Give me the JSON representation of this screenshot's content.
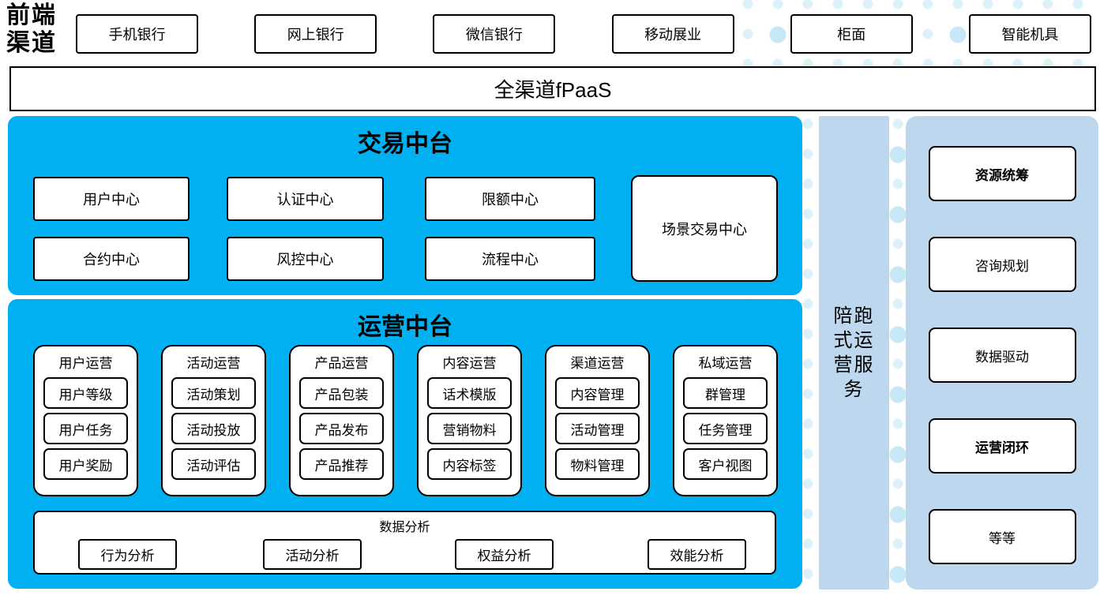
{
  "header": {
    "front_channel_label": "前端渠道",
    "channels": [
      "手机银行",
      "网上银行",
      "微信银行",
      "移动展业",
      "柜面",
      "智能机具"
    ],
    "fpaas_label": "全渠道fPaaS"
  },
  "trade_platform": {
    "title": "交易中台",
    "row1": [
      "用户中心",
      "认证中心",
      "限额中心"
    ],
    "row2": [
      "合约中心",
      "风控中心",
      "流程中心"
    ],
    "scene_center": "场景交易中心"
  },
  "operation_platform": {
    "title": "运营中台",
    "columns": [
      {
        "title": "用户运营",
        "items": [
          "用户等级",
          "用户任务",
          "用户奖励"
        ]
      },
      {
        "title": "活动运营",
        "items": [
          "活动策划",
          "活动投放",
          "活动评估"
        ]
      },
      {
        "title": "产品运营",
        "items": [
          "产品包装",
          "产品发布",
          "产品推荐"
        ]
      },
      {
        "title": "内容运营",
        "items": [
          "话术模版",
          "营销物料",
          "内容标签"
        ]
      },
      {
        "title": "渠道运营",
        "items": [
          "内容管理",
          "活动管理",
          "物料管理"
        ]
      },
      {
        "title": "私域运营",
        "items": [
          "群管理",
          "任务管理",
          "客户视图"
        ]
      }
    ],
    "data_analysis": {
      "title": "数据分析",
      "items": [
        "行为分析",
        "活动分析",
        "权益分析",
        "效能分析"
      ]
    }
  },
  "companion_bar": {
    "label": "陪跑式运营服务"
  },
  "right_panel": {
    "items": [
      "资源统筹",
      "咨询规划",
      "数据驱动",
      "运营闭环",
      "等等"
    ]
  },
  "colors": {
    "platform_blue": "#00B0F0",
    "panel_blue": "#BDD7EE",
    "dot_light": "#DCF1FA",
    "dot_medium": "#C7E8F7"
  }
}
